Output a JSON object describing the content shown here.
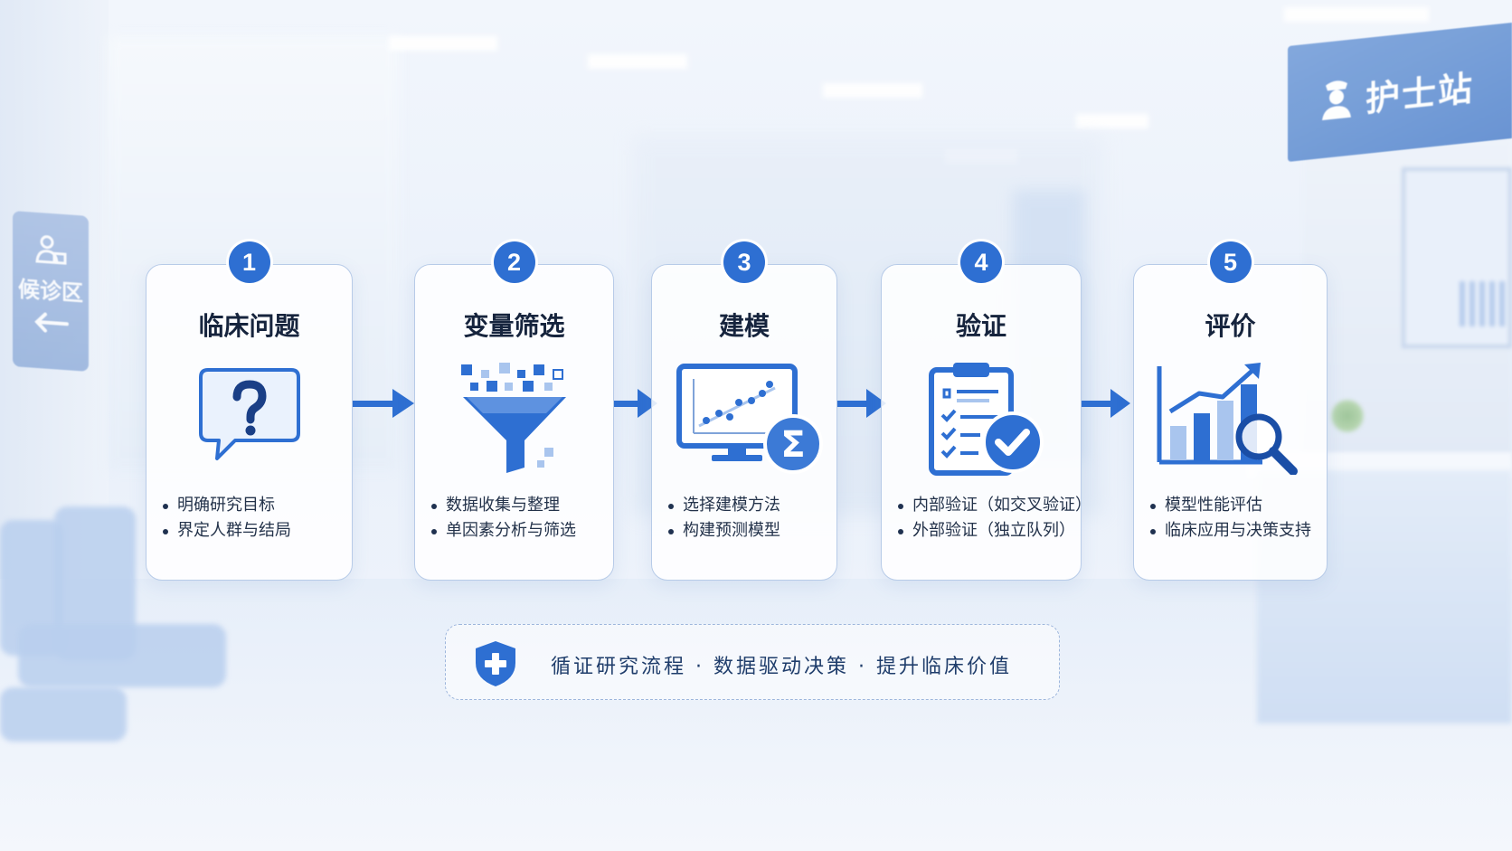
{
  "signs": {
    "nurse_station": "护士站",
    "waiting_area": "候诊区"
  },
  "steps": [
    {
      "number": "1",
      "title": "临床问题",
      "icon": "question-bubble-icon",
      "bullets": [
        "明确研究目标",
        "界定人群与结局"
      ]
    },
    {
      "number": "2",
      "title": "变量筛选",
      "icon": "funnel-filter-icon",
      "bullets": [
        "数据收集与整理",
        "单因素分析与筛选"
      ]
    },
    {
      "number": "3",
      "title": "建模",
      "icon": "monitor-regression-icon",
      "bullets": [
        "选择建模方法",
        "构建预测模型"
      ]
    },
    {
      "number": "4",
      "title": "验证",
      "icon": "clipboard-check-icon",
      "bullets": [
        "内部验证（如交叉验证）",
        "外部验证（独立队列）"
      ]
    },
    {
      "number": "5",
      "title": "评价",
      "icon": "chart-magnifier-icon",
      "bullets": [
        "模型性能评估",
        "临床应用与决策支持"
      ]
    }
  ],
  "banner": {
    "icon": "medical-shield-icon",
    "text": "循证研究流程 · 数据驱动决策 · 提升临床价值"
  },
  "colors": {
    "accent": "#2e6fd2",
    "accent_light": "#a9c5ee",
    "title_text": "#16243d",
    "card_border": "#b7cbe8"
  }
}
